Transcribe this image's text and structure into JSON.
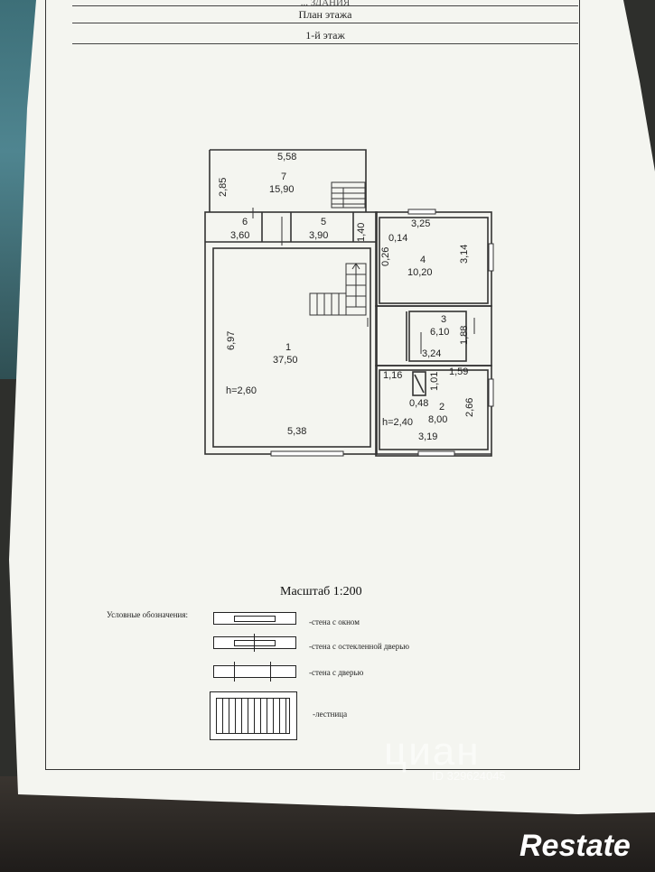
{
  "header": {
    "top_cut": "... ЗДАНИЯ",
    "title": "План  этажа",
    "floor": "1-й этаж"
  },
  "plan": {
    "rooms": [
      {
        "num": "7",
        "area": "15,90"
      },
      {
        "num": "6",
        "area": "3,60"
      },
      {
        "num": "5",
        "area": "3,90"
      },
      {
        "num": "4",
        "area": "10,20"
      },
      {
        "num": "1",
        "area": "37,50"
      },
      {
        "num": "3",
        "area": "6,10"
      },
      {
        "num": "2",
        "area": "8,00"
      }
    ],
    "dims": {
      "d558": "5,58",
      "d285": "2,85",
      "d140": "1,40",
      "d325": "3,25",
      "d026": "0,26",
      "d014": "0,14",
      "d314": "3,14",
      "d697": "6,97",
      "d188": "1,88",
      "d324": "3,24",
      "d116": "1,16",
      "d101": "1,01",
      "d159": "1,59",
      "d048": "0,48",
      "d266": "2,66",
      "d538": "5,38",
      "d319": "3,19"
    },
    "heights": {
      "h1": "h=2,60",
      "h2": "h=2,40"
    }
  },
  "scale": "Масштаб 1:200",
  "legend": {
    "title": "Условные обозначения:",
    "items": [
      "-стена с окном",
      "-стена с остекленной дверью",
      "-стена с дверью",
      "-лестница"
    ]
  },
  "watermark": {
    "brand": "циан",
    "id": "ID 329624045"
  },
  "logo": "Restate"
}
